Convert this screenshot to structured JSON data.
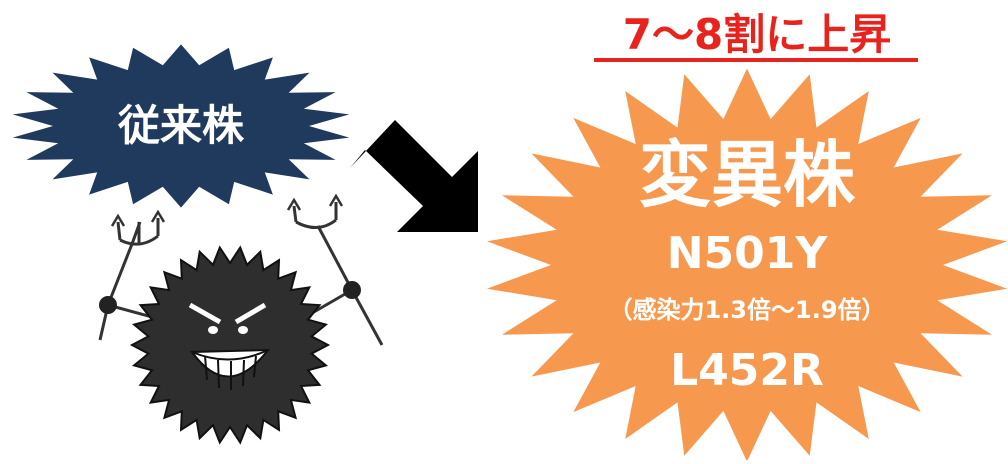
{
  "headline": {
    "text": "7～8割に上昇",
    "color": "#e8231e",
    "underline": true
  },
  "old_strain": {
    "label": "従来株",
    "burst_color": "#1f3a5c",
    "text_color": "#ffffff"
  },
  "transition_arrow": {
    "icon": "arrow-right-icon",
    "color": "#000000"
  },
  "new_strain": {
    "title": "変異株",
    "variant_primary": "N501Y",
    "infectivity_note": "（感染力1.3倍～1.9倍）",
    "variant_secondary": "L452R",
    "burst_color": "#f7984f",
    "text_color": "#ffffff"
  },
  "virus_character": {
    "icon": "angry-virus-character-icon",
    "body_color": "#2e2e2e"
  }
}
